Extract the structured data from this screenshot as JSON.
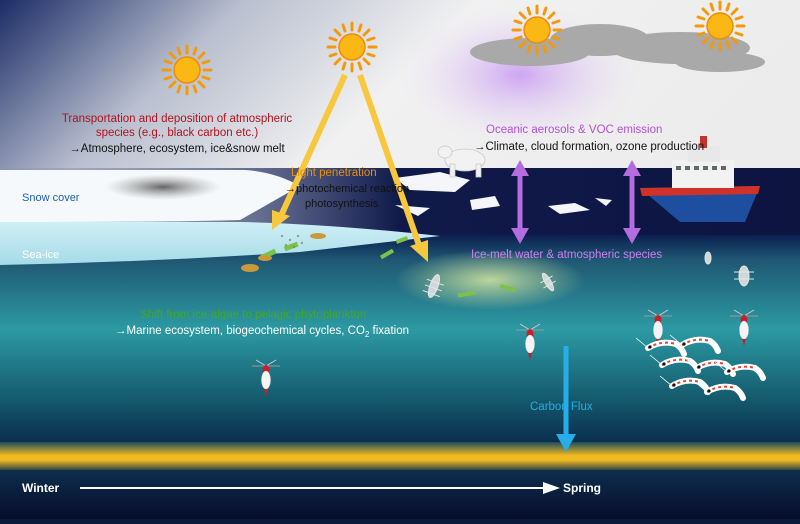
{
  "labels": {
    "transport_title_1": "Transportation and deposition of atmospheric",
    "transport_title_2": "species (e.g., black carbon etc.)",
    "transport_effect": "→Atmosphere, ecosystem, ice&snow melt",
    "snow_cover": "Snow cover",
    "sea_ice": "Sea-ice",
    "light_title": "Light penetration",
    "light_effect_1": "→photochemical reaction,",
    "light_effect_2": "photosynthesis",
    "aerosol_title": "Oceanic aerosols & VOC emission",
    "aerosol_effect": "→Climate, cloud formation, ozone production",
    "icemelt": "Ice-melt water & atmospheric species",
    "shift_title": "Shift from ice-algae to pelagic phytoplankton",
    "shift_effect_prefix": "→Marine ecosystem, biogeochemical cycles, CO",
    "shift_effect_sub": "2",
    "shift_effect_suffix": " fixation",
    "carbon_flux": "Carbon Flux",
    "winter": "Winter",
    "spring": "Spring"
  },
  "colors": {
    "transport": "#b0141e",
    "light": "#e8900a",
    "aerosol": "#b44fd6",
    "shift": "#2e8a1e",
    "snow_label": "#1f5fb0",
    "flux": "#27aee8"
  },
  "icons": [
    "sun-icon",
    "cloud-icon",
    "polar-bear-icon",
    "icebreaker-ship-icon",
    "krill-icon",
    "copepod-icon",
    "diatom-chain-icon",
    "arrow-icon"
  ]
}
